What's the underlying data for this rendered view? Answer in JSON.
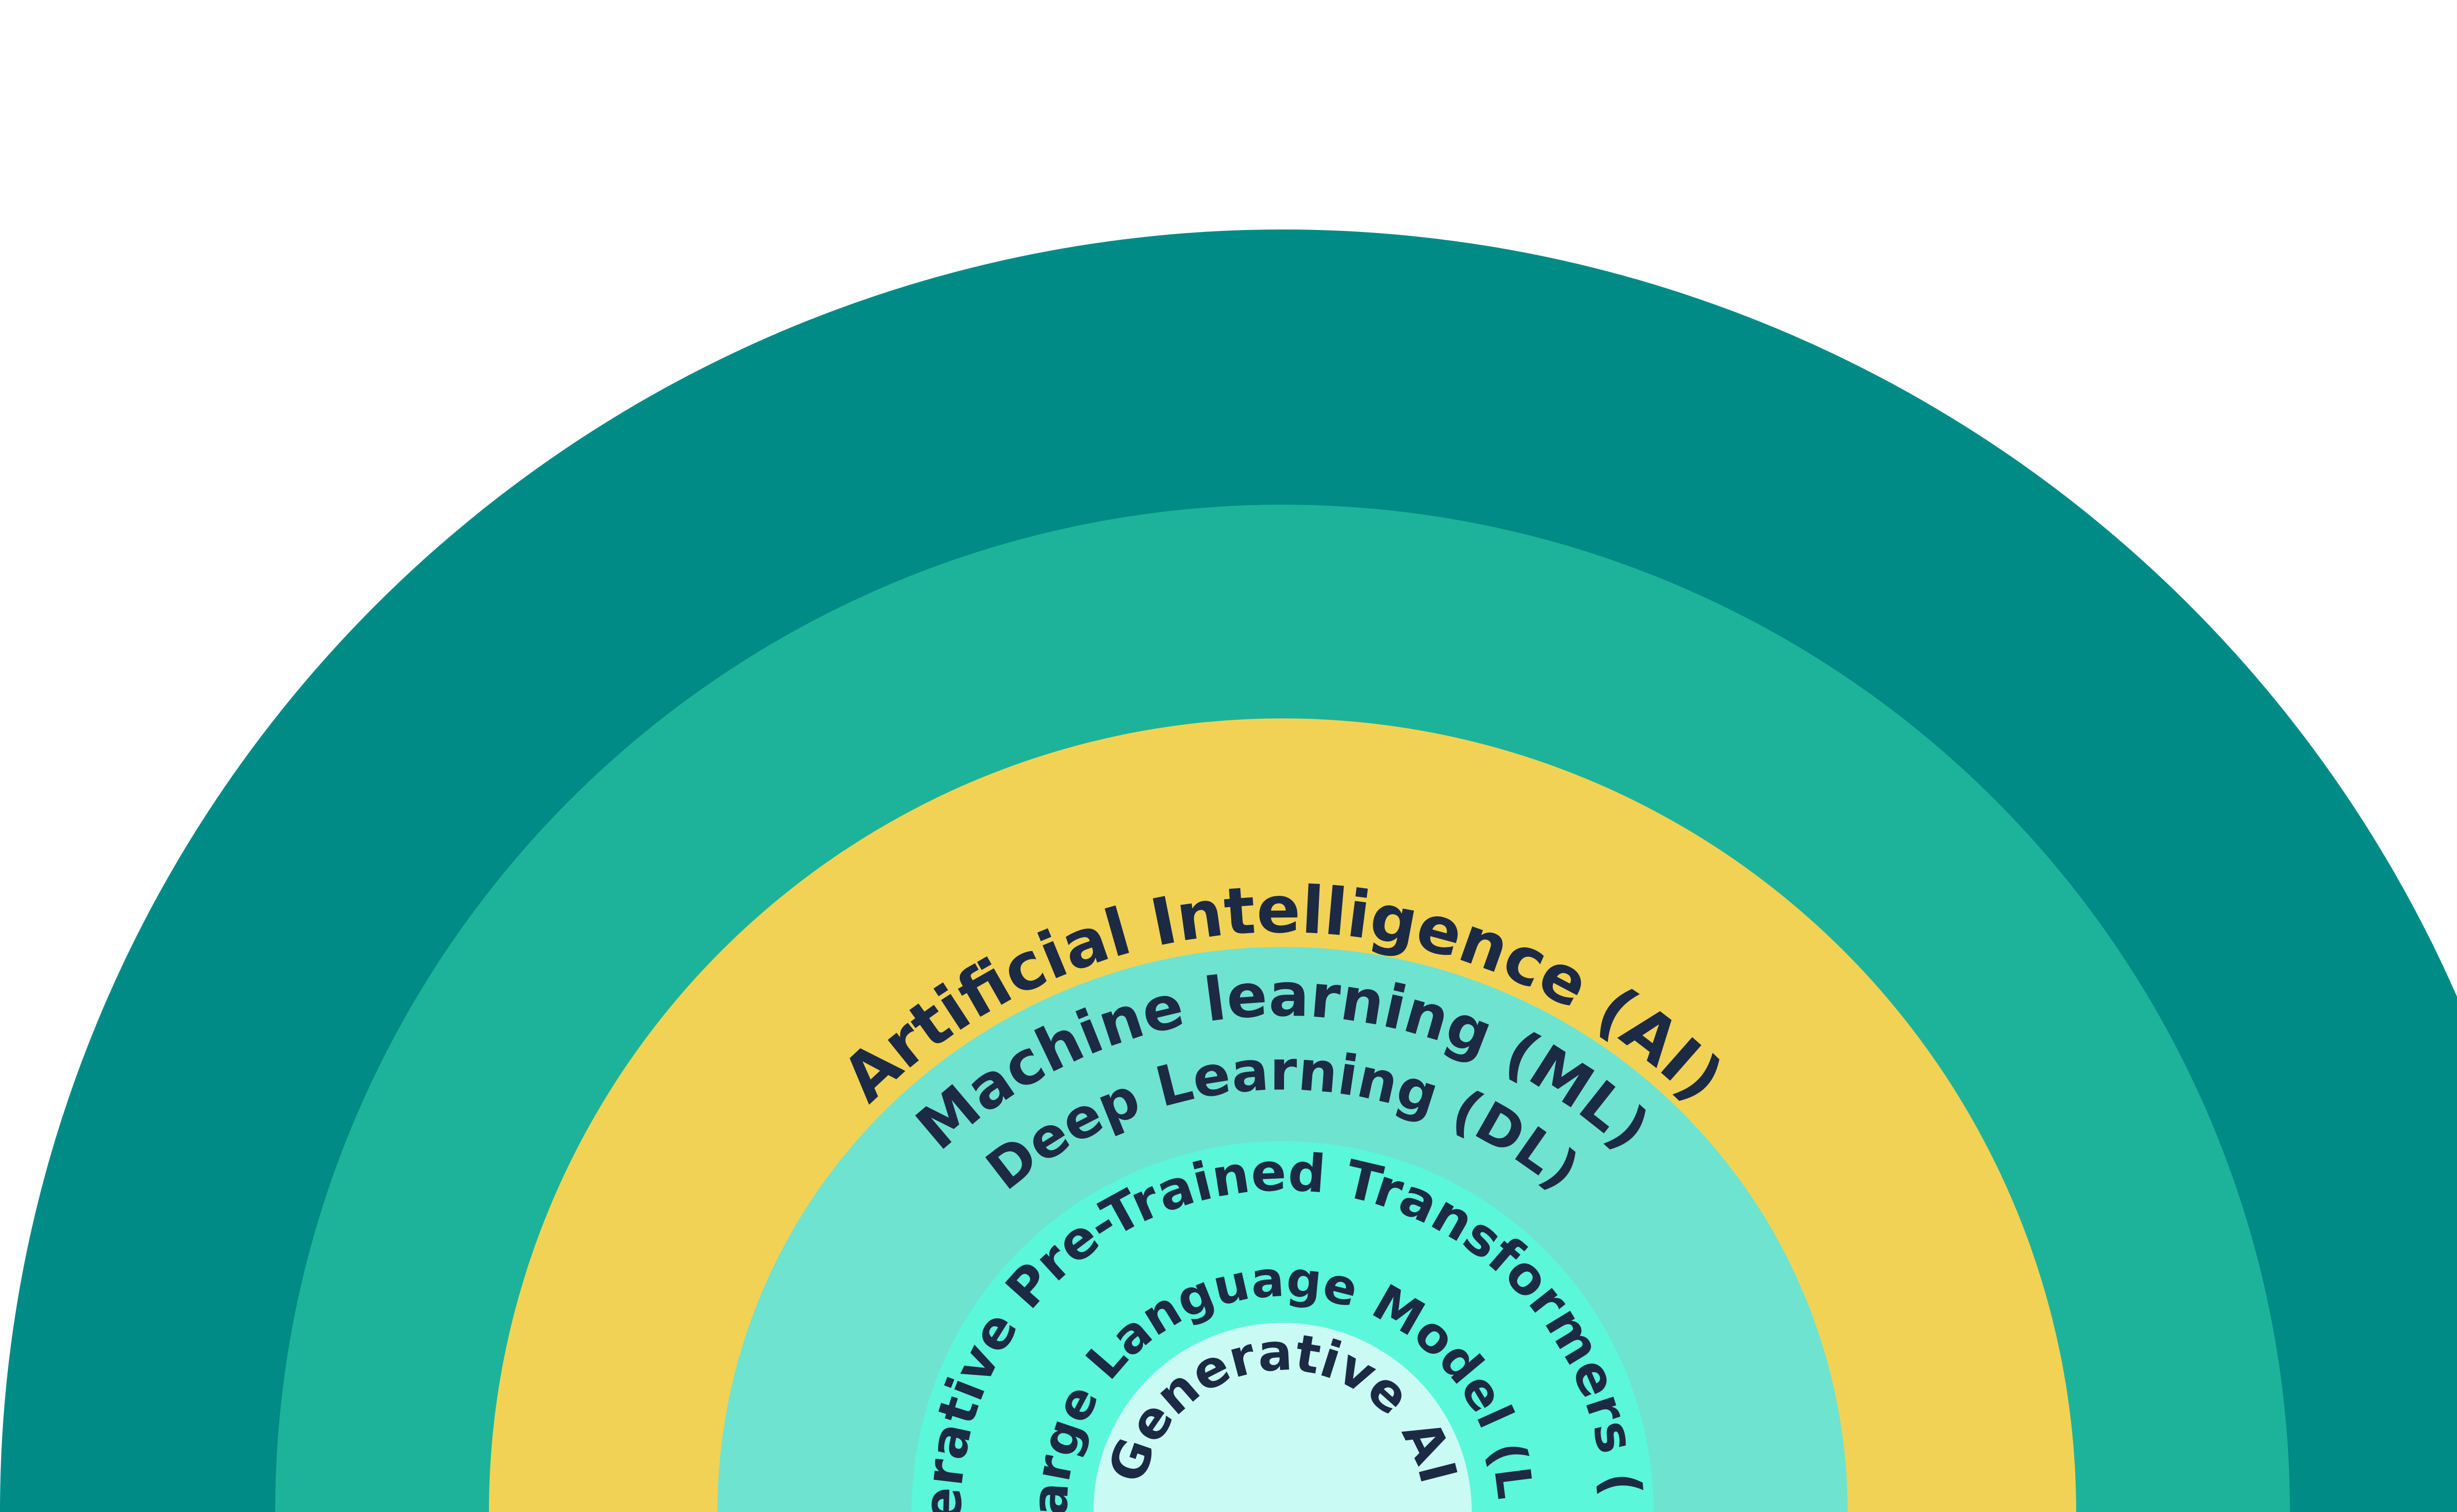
{
  "diagram": {
    "rings": [
      {
        "id": "ai",
        "label": "Artificial Intelligence (AI)",
        "color": "#008b86"
      },
      {
        "id": "ml",
        "label": "Machine learning (ML)",
        "color": "#1db39b"
      },
      {
        "id": "dl",
        "label": "Deep Learning (DL)",
        "color": "#f2d254"
      },
      {
        "id": "gpt",
        "label": "Generative Pre-Trained Transformers (GPT)",
        "color": "#6ee3d0"
      },
      {
        "id": "llm",
        "label": "A Large Language Model (LLM)",
        "color": "#5af7db"
      },
      {
        "id": "gen",
        "label": "Generative AI",
        "color": "#c9fbf4"
      }
    ],
    "text_color": "#1c2a44",
    "background": "#ffffff"
  }
}
